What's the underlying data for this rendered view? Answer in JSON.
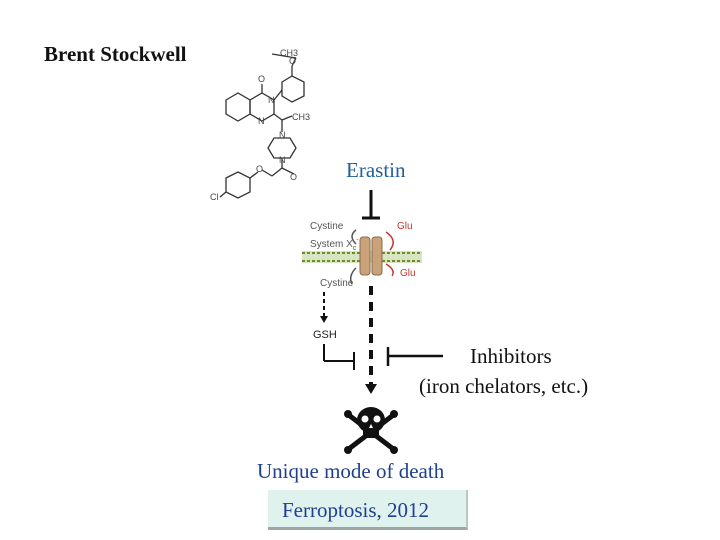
{
  "header": {
    "author": "Brent Stockwell"
  },
  "molecule": {
    "name": "Erastin",
    "atom_labels": {
      "ch3_top": "CH3",
      "ch3_mid": "CH3",
      "o1": "O",
      "o2": "O",
      "o3": "O",
      "o4": "O",
      "n1": "N",
      "n2": "N",
      "n3": "N",
      "n4": "N",
      "cl": "Cl"
    }
  },
  "transporter": {
    "cystine_top": "Cystine",
    "system_label": "System X",
    "system_sub": "c",
    "system_sup": "-",
    "glu_top": "Glu",
    "glu_bottom": "Glu",
    "cystine_bottom": "Cystine"
  },
  "pathway": {
    "gsh": "GSH",
    "inhibitors_line1": "Inhibitors",
    "inhibitors_line2": "(iron chelators, etc.)",
    "death_label": "Unique mode of death",
    "ferroptosis": "Ferroptosis, 2012"
  },
  "colors": {
    "title_blue": "#1f5f9a",
    "death_blue": "#1f3f8f",
    "glu_red": "#c0392b",
    "membrane_green": "#6b8e23",
    "box_bg": "#dff2ee"
  }
}
